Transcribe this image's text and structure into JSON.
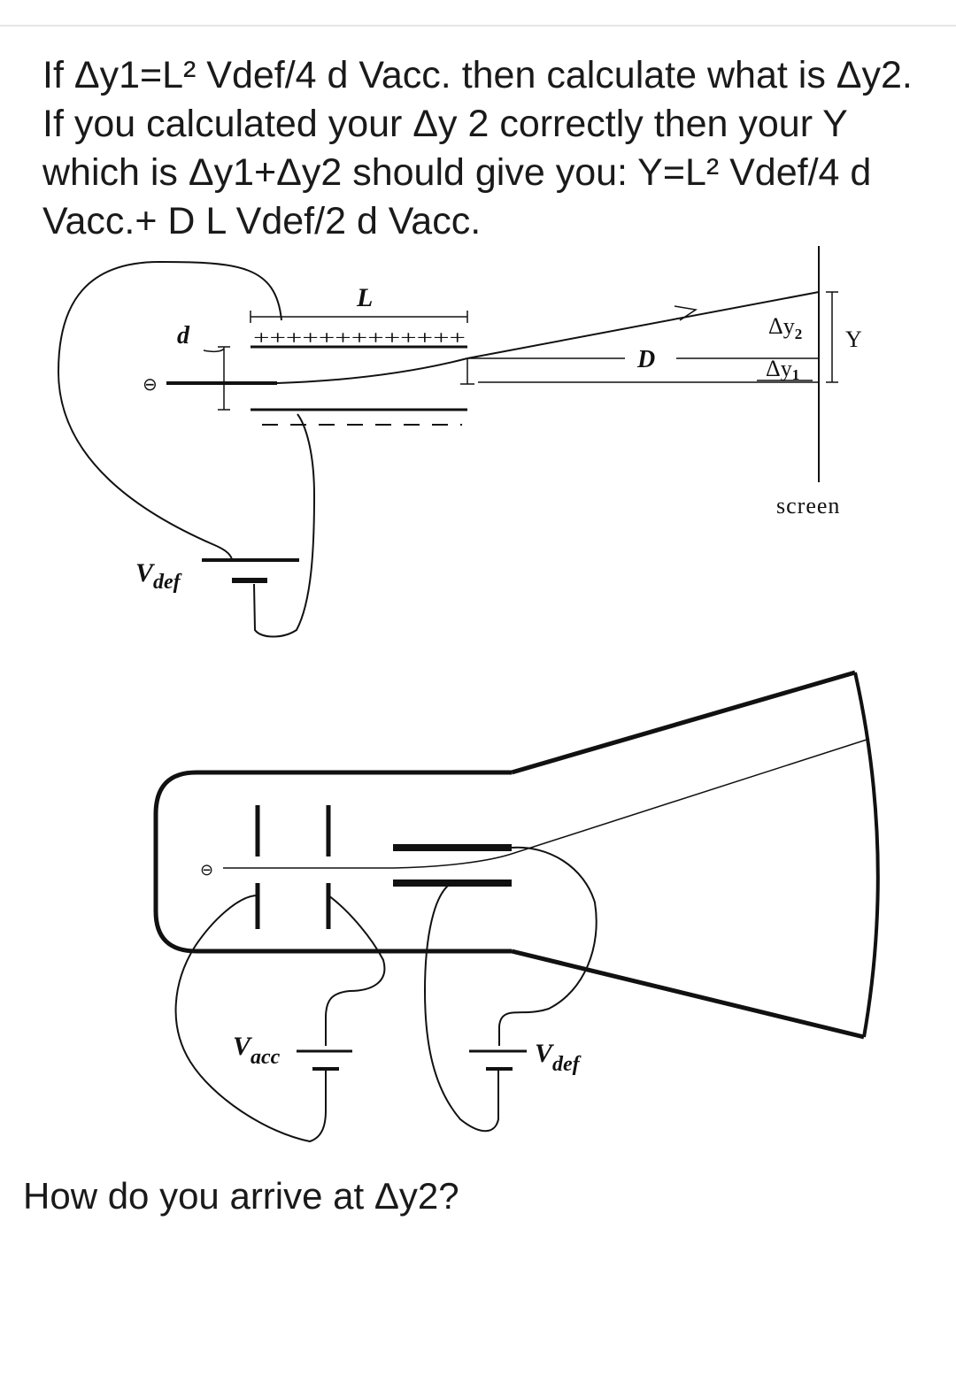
{
  "question": {
    "text": "If Δy1=L² Vdef/4 d Vacc. then calculate what is Δy2. If you calculated your Δy 2 correctly then your Y which is Δy1+Δy2 should give you: Y=L² Vdef/4 d Vacc.+ D L Vdef/2 d Vacc."
  },
  "diagram_top": {
    "label_L": "L",
    "label_d": "d",
    "label_D": "D",
    "label_Y": "Y",
    "label_dy2_base": "Δy",
    "label_dy2_sub": "2",
    "label_dy1_base": "Δy",
    "label_dy1_sub": "1",
    "label_screen": "screen",
    "label_vdef_base": "V",
    "label_vdef_sub": "def",
    "plate_top_signs": "+++++++++++++",
    "electron_symbol": "⊖"
  },
  "diagram_bottom": {
    "label_vacc_base": "V",
    "label_vacc_sub": "acc",
    "label_vdef_base": "V",
    "label_vdef_sub": "def",
    "electron_symbol": "⊖"
  },
  "followup": {
    "text": "How do you arrive at Δy2?"
  }
}
